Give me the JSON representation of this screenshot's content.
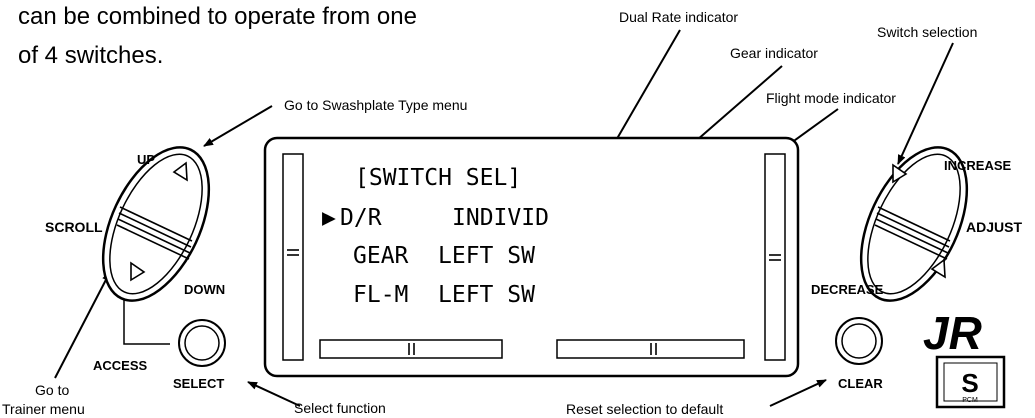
{
  "intro": {
    "line1": "can be combined to operate from one",
    "line2": "of 4 switches."
  },
  "annotations": {
    "dual_rate": "Dual Rate indicator",
    "gear": "Gear indicator",
    "switch_selection": "Switch selection",
    "flight_mode": "Flight mode indicator",
    "swashplate": "Go to Swashplate Type menu",
    "trainer_line1": "Go to",
    "trainer_line2": "Trainer menu",
    "select_function": "Select function",
    "reset_default": "Reset selection to default"
  },
  "controls": {
    "scroll": {
      "up": "UP",
      "down": "DOWN",
      "label": "SCROLL",
      "access": "ACCESS"
    },
    "select": "SELECT",
    "adjust": {
      "increase": "INCREASE",
      "decrease": "DECREASE",
      "label": "ADJUST"
    },
    "clear": "CLEAR"
  },
  "screen": {
    "title": "[SWITCH SEL]",
    "cursor": "▶",
    "rows": [
      {
        "name": "D/R",
        "value": "INDIVID"
      },
      {
        "name": "GEAR",
        "value": "LEFT SW"
      },
      {
        "name": "FL-M",
        "value": "LEFT SW"
      }
    ]
  },
  "brand": {
    "logo": "JR",
    "badge": "S",
    "badge_sub": "PCM"
  }
}
